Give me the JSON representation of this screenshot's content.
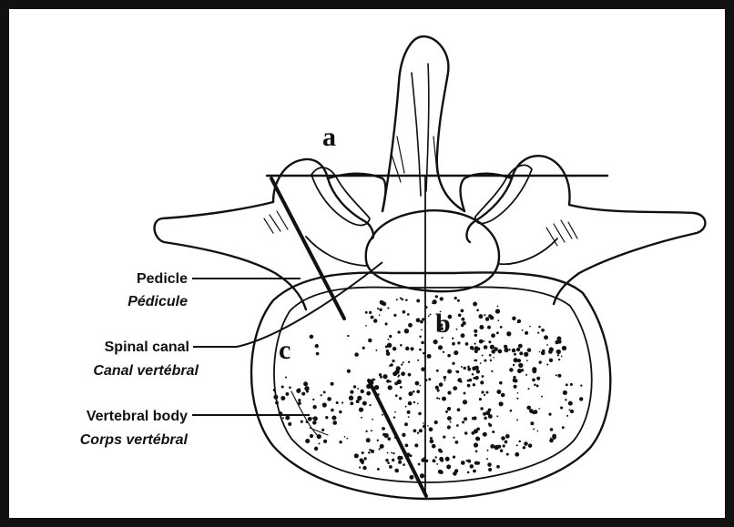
{
  "letters": {
    "a": "a",
    "b": "b",
    "c": "c"
  },
  "labels": {
    "pedicle": {
      "en": "Pedicle",
      "fr": "Pédicule"
    },
    "spinal_canal": {
      "en": "Spinal canal",
      "fr": "Canal vertébral"
    },
    "vertebral_body": {
      "en": "Vertebral body",
      "fr": "Corps vertébral"
    }
  },
  "colors": {
    "frame": "#111111",
    "ink": "#111111",
    "paper": "#ffffff"
  }
}
